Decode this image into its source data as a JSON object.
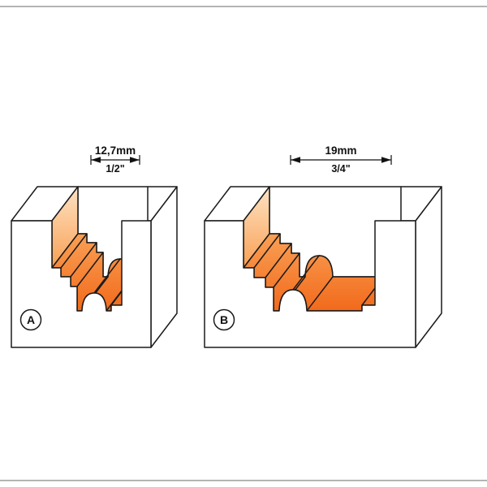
{
  "page": {
    "background": "#ffffff",
    "frame_border_color": "#9b9b9b"
  },
  "colors": {
    "orange_light": "#fde3c4",
    "orange_mid": "#f9a054",
    "orange_deep": "#f26a1c",
    "outline": "#1a1a1a"
  },
  "diagram": {
    "type": "router-bit-groove-profile-cross-sections",
    "profile_a": {
      "label": "A",
      "dim_mm": "12,7mm",
      "dim_in": "1/2\""
    },
    "profile_b": {
      "label": "B",
      "dim_mm": "19mm",
      "dim_in": "3/4\""
    }
  }
}
